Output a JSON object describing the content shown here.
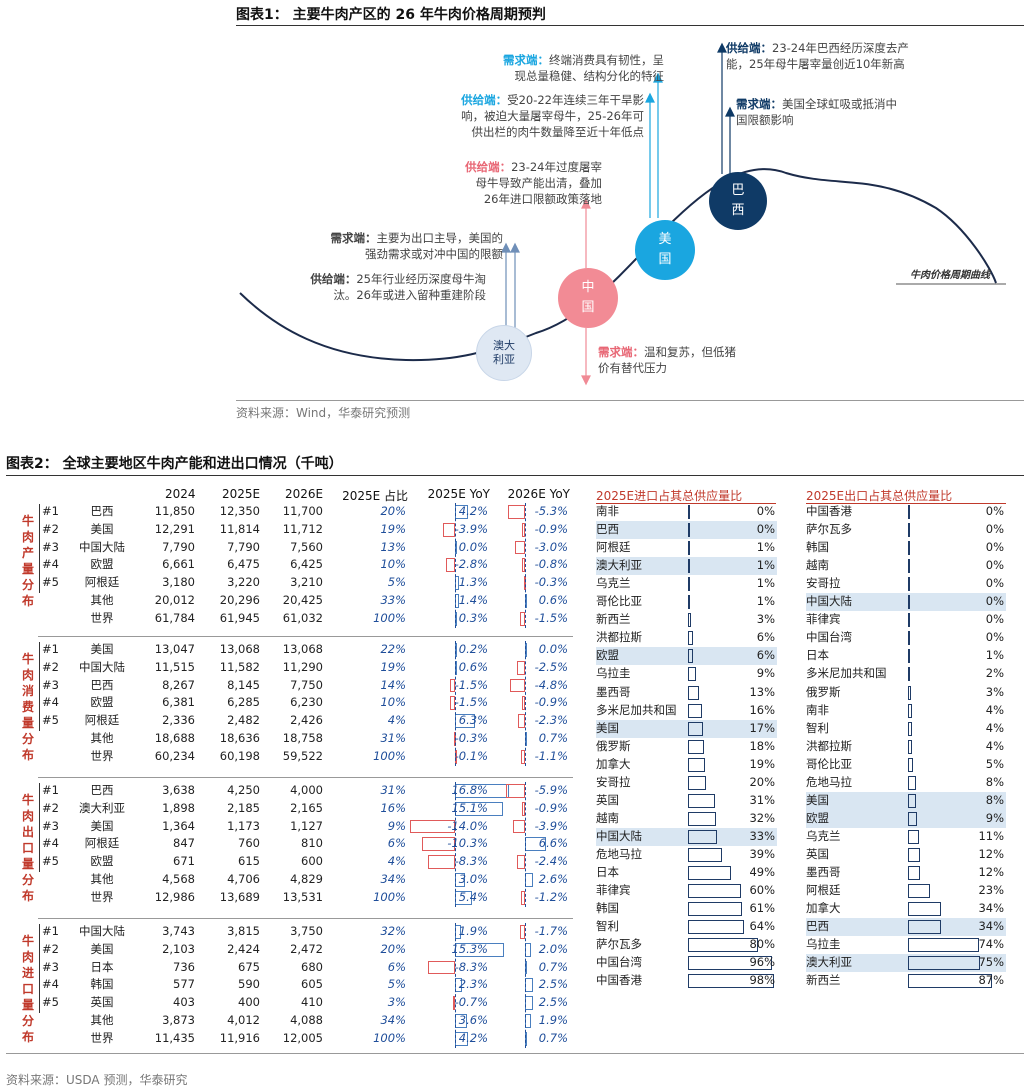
{
  "fig1": {
    "title": "图表1： 主要牛肉产区的 26 年牛肉价格周期预判",
    "curve_label": "牛肉价格周期曲线",
    "source": "资料来源：Wind，华泰研究预测",
    "nodes": [
      {
        "name": "澳大利亚",
        "l1": "澳大",
        "l2": "利亚",
        "color": "#dfe8f3",
        "text_color": "#1f3b66"
      },
      {
        "name": "中国",
        "l1": "中",
        "l2": "国",
        "color": "#f28b95",
        "text_color": "#ffffff"
      },
      {
        "name": "美国",
        "l1": "美",
        "l2": "国",
        "color": "#1aa6e0",
        "text_color": "#ffffff"
      },
      {
        "name": "巴西",
        "l1": "巴",
        "l2": "西",
        "color": "#0f3a66",
        "text_color": "#ffffff"
      }
    ],
    "annotations": {
      "aus_demand_label": "需求端：",
      "aus_demand_l1": "主要为出口主导，美国的",
      "aus_demand_l2": "强劲需求或对冲中国的限额",
      "aus_supply_label": "供给端：",
      "aus_supply_l1": "25年行业经历深度母牛淘",
      "aus_supply_l2": "汰。26年或进入留种重建阶段",
      "cn_supply_label": "供给端：",
      "cn_supply_l1": "23-24年过度屠宰",
      "cn_supply_l2": "母牛导致产能出清，叠加",
      "cn_supply_l3": "26年进口限额政策落地",
      "cn_demand_label": "需求端：",
      "cn_demand_l1": "温和复苏，但低猪",
      "cn_demand_l2": "价有替代压力",
      "us_demand_label": "需求端：",
      "us_demand_l1": "终端消费具有韧性，呈",
      "us_demand_l2": "现总量稳健、结构分化的特征",
      "us_supply_label": "供给端：",
      "us_supply_l1": "受20-22年连续三年干旱影",
      "us_supply_l2": "响，被迫大量屠宰母牛，25-26年可",
      "us_supply_l3": "供出栏的肉牛数量降至近十年低点",
      "br_supply_label": "供给端：",
      "br_supply_l1": "23-24年巴西经历深度去产",
      "br_supply_l2": "能，25年母牛屠宰量创近10年新高",
      "br_demand_label": "需求端：",
      "br_demand_l1": "美国全球虹吸或抵消中",
      "br_demand_l2": "国限额影响"
    }
  },
  "fig2": {
    "title": "图表2： 全球主要地区牛肉产能和进出口情况（千吨）",
    "source": "资料来源：USDA 预测，华泰研究",
    "headers": {
      "y2024": "2024",
      "y2025": "2025E",
      "y2026": "2026E",
      "share": "2025E 占比",
      "yoy25": "2025E YoY",
      "yoy26": "2026E YoY"
    },
    "sections": [
      {
        "label": [
          "牛",
          "肉",
          "产",
          "量",
          "分",
          "布"
        ],
        "rows": [
          {
            "rank": "#1",
            "region": "巴西",
            "v24": "11,850",
            "v25": "12,350",
            "v26": "11,700",
            "share": "20%",
            "yoy25": "4.2%",
            "yoy26": "-5.3%",
            "y25": 4.2,
            "y26": -5.3
          },
          {
            "rank": "#2",
            "region": "美国",
            "v24": "12,291",
            "v25": "11,814",
            "v26": "11,712",
            "share": "19%",
            "yoy25": "-3.9%",
            "yoy26": "-0.9%",
            "y25": -3.9,
            "y26": -0.9
          },
          {
            "rank": "#3",
            "region": "中国大陆",
            "v24": "7,790",
            "v25": "7,790",
            "v26": "7,560",
            "share": "13%",
            "yoy25": "0.0%",
            "yoy26": "-3.0%",
            "y25": 0.0,
            "y26": -3.0
          },
          {
            "rank": "#4",
            "region": "欧盟",
            "v24": "6,661",
            "v25": "6,475",
            "v26": "6,425",
            "share": "10%",
            "yoy25": "-2.8%",
            "yoy26": "-0.8%",
            "y25": -2.8,
            "y26": -0.8
          },
          {
            "rank": "#5",
            "region": "阿根廷",
            "v24": "3,180",
            "v25": "3,220",
            "v26": "3,210",
            "share": "5%",
            "yoy25": "1.3%",
            "yoy26": "-0.3%",
            "y25": 1.3,
            "y26": -0.3
          },
          {
            "rank": "",
            "region": "其他",
            "v24": "20,012",
            "v25": "20,296",
            "v26": "20,425",
            "share": "33%",
            "yoy25": "1.4%",
            "yoy26": "0.6%",
            "y25": 1.4,
            "y26": 0.6
          },
          {
            "rank": "",
            "region": "世界",
            "v24": "61,784",
            "v25": "61,945",
            "v26": "61,032",
            "share": "100%",
            "yoy25": "0.3%",
            "yoy26": "-1.5%",
            "y25": 0.3,
            "y26": -1.5
          }
        ]
      },
      {
        "label": [
          "牛",
          "肉",
          "消",
          "费",
          "量",
          "分",
          "布"
        ],
        "rows": [
          {
            "rank": "#1",
            "region": "美国",
            "v24": "13,047",
            "v25": "13,068",
            "v26": "13,068",
            "share": "22%",
            "yoy25": "0.2%",
            "yoy26": "0.0%",
            "y25": 0.2,
            "y26": 0.0
          },
          {
            "rank": "#2",
            "region": "中国大陆",
            "v24": "11,515",
            "v25": "11,582",
            "v26": "11,290",
            "share": "19%",
            "yoy25": "0.6%",
            "yoy26": "-2.5%",
            "y25": 0.6,
            "y26": -2.5
          },
          {
            "rank": "#3",
            "region": "巴西",
            "v24": "8,267",
            "v25": "8,145",
            "v26": "7,750",
            "share": "14%",
            "yoy25": "-1.5%",
            "yoy26": "-4.8%",
            "y25": -1.5,
            "y26": -4.8
          },
          {
            "rank": "#4",
            "region": "欧盟",
            "v24": "6,381",
            "v25": "6,285",
            "v26": "6,230",
            "share": "10%",
            "yoy25": "-1.5%",
            "yoy26": "-0.9%",
            "y25": -1.5,
            "y26": -0.9
          },
          {
            "rank": "#5",
            "region": "阿根廷",
            "v24": "2,336",
            "v25": "2,482",
            "v26": "2,426",
            "share": "4%",
            "yoy25": "6.3%",
            "yoy26": "-2.3%",
            "y25": 6.3,
            "y26": -2.3
          },
          {
            "rank": "",
            "region": "其他",
            "v24": "18,688",
            "v25": "18,636",
            "v26": "18,758",
            "share": "31%",
            "yoy25": "-0.3%",
            "yoy26": "0.7%",
            "y25": -0.3,
            "y26": 0.7
          },
          {
            "rank": "",
            "region": "世界",
            "v24": "60,234",
            "v25": "60,198",
            "v26": "59,522",
            "share": "100%",
            "yoy25": "-0.1%",
            "yoy26": "-1.1%",
            "y25": -0.1,
            "y26": -1.1
          }
        ]
      },
      {
        "label": [
          "牛",
          "肉",
          "出",
          "口",
          "量",
          "分",
          "布"
        ],
        "rows": [
          {
            "rank": "#1",
            "region": "巴西",
            "v24": "3,638",
            "v25": "4,250",
            "v26": "4,000",
            "share": "31%",
            "yoy25": "16.8%",
            "yoy26": "-5.9%",
            "y25": 16.8,
            "y26": -5.9
          },
          {
            "rank": "#2",
            "region": "澳大利亚",
            "v24": "1,898",
            "v25": "2,185",
            "v26": "2,165",
            "share": "16%",
            "yoy25": "15.1%",
            "yoy26": "-0.9%",
            "y25": 15.1,
            "y26": -0.9
          },
          {
            "rank": "#3",
            "region": "美国",
            "v24": "1,364",
            "v25": "1,173",
            "v26": "1,127",
            "share": "9%",
            "yoy25": "-14.0%",
            "yoy26": "-3.9%",
            "y25": -14.0,
            "y26": -3.9
          },
          {
            "rank": "#4",
            "region": "阿根廷",
            "v24": "847",
            "v25": "760",
            "v26": "810",
            "share": "6%",
            "yoy25": "-10.3%",
            "yoy26": "6.6%",
            "y25": -10.3,
            "y26": 6.6
          },
          {
            "rank": "#5",
            "region": "欧盟",
            "v24": "671",
            "v25": "615",
            "v26": "600",
            "share": "4%",
            "yoy25": "-8.3%",
            "yoy26": "-2.4%",
            "y25": -8.3,
            "y26": -2.4
          },
          {
            "rank": "",
            "region": "其他",
            "v24": "4,568",
            "v25": "4,706",
            "v26": "4,829",
            "share": "34%",
            "yoy25": "3.0%",
            "yoy26": "2.6%",
            "y25": 3.0,
            "y26": 2.6
          },
          {
            "rank": "",
            "region": "世界",
            "v24": "12,986",
            "v25": "13,689",
            "v26": "13,531",
            "share": "100%",
            "yoy25": "5.4%",
            "yoy26": "-1.2%",
            "y25": 5.4,
            "y26": -1.2
          }
        ]
      },
      {
        "label": [
          "牛",
          "肉",
          "进",
          "口",
          "量",
          "分",
          "布"
        ],
        "rows": [
          {
            "rank": "#1",
            "region": "中国大陆",
            "v24": "3,743",
            "v25": "3,815",
            "v26": "3,750",
            "share": "32%",
            "yoy25": "1.9%",
            "yoy26": "-1.7%",
            "y25": 1.9,
            "y26": -1.7
          },
          {
            "rank": "#2",
            "region": "美国",
            "v24": "2,103",
            "v25": "2,424",
            "v26": "2,472",
            "share": "20%",
            "yoy25": "15.3%",
            "yoy26": "2.0%",
            "y25": 15.3,
            "y26": 2.0
          },
          {
            "rank": "#3",
            "region": "日本",
            "v24": "736",
            "v25": "675",
            "v26": "680",
            "share": "6%",
            "yoy25": "-8.3%",
            "yoy26": "0.7%",
            "y25": -8.3,
            "y26": 0.7
          },
          {
            "rank": "#4",
            "region": "韩国",
            "v24": "577",
            "v25": "590",
            "v26": "605",
            "share": "5%",
            "yoy25": "2.3%",
            "yoy26": "2.5%",
            "y25": 2.3,
            "y26": 2.5
          },
          {
            "rank": "#5",
            "region": "英国",
            "v24": "403",
            "v25": "400",
            "v26": "410",
            "share": "3%",
            "yoy25": "-0.7%",
            "yoy26": "2.5%",
            "y25": -0.7,
            "y26": 2.5
          },
          {
            "rank": "",
            "region": "其他",
            "v24": "3,873",
            "v25": "4,012",
            "v26": "4,088",
            "share": "34%",
            "yoy25": "3.6%",
            "yoy26": "1.9%",
            "y25": 3.6,
            "y26": 1.9
          },
          {
            "rank": "",
            "region": "世界",
            "v24": "11,435",
            "v25": "11,916",
            "v26": "12,005",
            "share": "100%",
            "yoy25": "4.2%",
            "yoy26": "0.7%",
            "y25": 4.2,
            "y26": 0.7
          }
        ]
      }
    ],
    "import_share": {
      "title": "2025E进口占其总供应量比",
      "rows": [
        {
          "name": "南非",
          "pct": "0%",
          "v": 0,
          "hl": false
        },
        {
          "name": "巴西",
          "pct": "0%",
          "v": 0,
          "hl": true
        },
        {
          "name": "阿根廷",
          "pct": "1%",
          "v": 1,
          "hl": false
        },
        {
          "name": "澳大利亚",
          "pct": "1%",
          "v": 1,
          "hl": true
        },
        {
          "name": "乌克兰",
          "pct": "1%",
          "v": 1,
          "hl": false
        },
        {
          "name": "哥伦比亚",
          "pct": "1%",
          "v": 1,
          "hl": false
        },
        {
          "name": "新西兰",
          "pct": "3%",
          "v": 3,
          "hl": false
        },
        {
          "name": "洪都拉斯",
          "pct": "6%",
          "v": 6,
          "hl": false
        },
        {
          "name": "欧盟",
          "pct": "6%",
          "v": 6,
          "hl": true
        },
        {
          "name": "乌拉圭",
          "pct": "9%",
          "v": 9,
          "hl": false
        },
        {
          "name": "墨西哥",
          "pct": "13%",
          "v": 13,
          "hl": false
        },
        {
          "name": "多米尼加共和国",
          "pct": "16%",
          "v": 16,
          "hl": false
        },
        {
          "name": "美国",
          "pct": "17%",
          "v": 17,
          "hl": true
        },
        {
          "name": "俄罗斯",
          "pct": "18%",
          "v": 18,
          "hl": false
        },
        {
          "name": "加拿大",
          "pct": "19%",
          "v": 19,
          "hl": false
        },
        {
          "name": "安哥拉",
          "pct": "20%",
          "v": 20,
          "hl": false
        },
        {
          "name": "英国",
          "pct": "31%",
          "v": 31,
          "hl": false
        },
        {
          "name": "越南",
          "pct": "32%",
          "v": 32,
          "hl": false
        },
        {
          "name": "中国大陆",
          "pct": "33%",
          "v": 33,
          "hl": true
        },
        {
          "name": "危地马拉",
          "pct": "39%",
          "v": 39,
          "hl": false
        },
        {
          "name": "日本",
          "pct": "49%",
          "v": 49,
          "hl": false
        },
        {
          "name": "菲律宾",
          "pct": "60%",
          "v": 60,
          "hl": false
        },
        {
          "name": "韩国",
          "pct": "61%",
          "v": 61,
          "hl": false
        },
        {
          "name": "智利",
          "pct": "64%",
          "v": 64,
          "hl": false
        },
        {
          "name": "萨尔瓦多",
          "pct": "80%",
          "v": 80,
          "hl": false
        },
        {
          "name": "中国台湾",
          "pct": "96%",
          "v": 96,
          "hl": false
        },
        {
          "name": "中国香港",
          "pct": "98%",
          "v": 98,
          "hl": false
        }
      ]
    },
    "export_share": {
      "title": "2025E出口占其总供应量比",
      "rows": [
        {
          "name": "中国香港",
          "pct": "0%",
          "v": 0,
          "hl": false
        },
        {
          "name": "萨尔瓦多",
          "pct": "0%",
          "v": 0,
          "hl": false
        },
        {
          "name": "韩国",
          "pct": "0%",
          "v": 0,
          "hl": false
        },
        {
          "name": "越南",
          "pct": "0%",
          "v": 0,
          "hl": false
        },
        {
          "name": "安哥拉",
          "pct": "0%",
          "v": 0,
          "hl": false
        },
        {
          "name": "中国大陆",
          "pct": "0%",
          "v": 0,
          "hl": true
        },
        {
          "name": "菲律宾",
          "pct": "0%",
          "v": 0,
          "hl": false
        },
        {
          "name": "中国台湾",
          "pct": "0%",
          "v": 0,
          "hl": false
        },
        {
          "name": "日本",
          "pct": "1%",
          "v": 1,
          "hl": false
        },
        {
          "name": "多米尼加共和国",
          "pct": "2%",
          "v": 2,
          "hl": false
        },
        {
          "name": "俄罗斯",
          "pct": "3%",
          "v": 3,
          "hl": false
        },
        {
          "name": "南非",
          "pct": "4%",
          "v": 4,
          "hl": false
        },
        {
          "name": "智利",
          "pct": "4%",
          "v": 4,
          "hl": false
        },
        {
          "name": "洪都拉斯",
          "pct": "4%",
          "v": 4,
          "hl": false
        },
        {
          "name": "哥伦比亚",
          "pct": "5%",
          "v": 5,
          "hl": false
        },
        {
          "name": "危地马拉",
          "pct": "8%",
          "v": 8,
          "hl": false
        },
        {
          "name": "美国",
          "pct": "8%",
          "v": 8,
          "hl": true
        },
        {
          "name": "欧盟",
          "pct": "9%",
          "v": 9,
          "hl": true
        },
        {
          "name": "乌克兰",
          "pct": "11%",
          "v": 11,
          "hl": false
        },
        {
          "name": "英国",
          "pct": "12%",
          "v": 12,
          "hl": false
        },
        {
          "name": "墨西哥",
          "pct": "12%",
          "v": 12,
          "hl": false
        },
        {
          "name": "阿根廷",
          "pct": "23%",
          "v": 23,
          "hl": false
        },
        {
          "name": "加拿大",
          "pct": "34%",
          "v": 34,
          "hl": false
        },
        {
          "name": "巴西",
          "pct": "34%",
          "v": 34,
          "hl": true
        },
        {
          "name": "乌拉圭",
          "pct": "74%",
          "v": 74,
          "hl": false
        },
        {
          "name": "澳大利亚",
          "pct": "75%",
          "v": 75,
          "hl": true
        },
        {
          "name": "新西兰",
          "pct": "87%",
          "v": 87,
          "hl": false
        }
      ]
    }
  }
}
